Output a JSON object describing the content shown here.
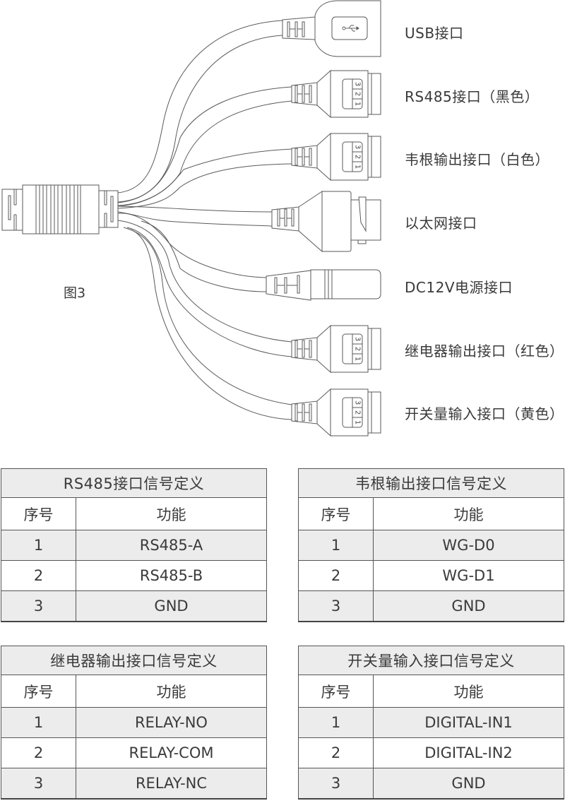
{
  "figure": {
    "label": "图3",
    "ports": [
      {
        "id": "usb",
        "label": "USB接口",
        "connector": "usb-a-female",
        "icon": "usb-icon"
      },
      {
        "id": "rs485",
        "label": "RS485接口（黑色）",
        "connector": "3-pin-terminal",
        "pins": [
          "3",
          "2",
          "1"
        ]
      },
      {
        "id": "wiegand",
        "label": "韦根输出接口（白色）",
        "connector": "3-pin-terminal",
        "pins": [
          "3",
          "2",
          "1"
        ]
      },
      {
        "id": "ethernet",
        "label": "以太网接口",
        "connector": "rj45-female"
      },
      {
        "id": "dc12v",
        "label": "DC12V电源接口",
        "connector": "dc-barrel-female"
      },
      {
        "id": "relay",
        "label": "继电器输出接口（红色）",
        "connector": "3-pin-terminal",
        "pins": [
          "3",
          "2",
          "1"
        ]
      },
      {
        "id": "digital-in",
        "label": "开关量输入接口（黄色）",
        "connector": "3-pin-terminal",
        "pins": [
          "3",
          "2",
          "1"
        ]
      }
    ]
  },
  "tables": [
    {
      "id": "rs485",
      "title": "RS485接口信号定义",
      "headers": [
        "序号",
        "功能"
      ],
      "rows": [
        [
          "1",
          "RS485-A"
        ],
        [
          "2",
          "RS485-B"
        ],
        [
          "3",
          "GND"
        ]
      ]
    },
    {
      "id": "wiegand",
      "title": "韦根输出接口信号定义",
      "headers": [
        "序号",
        "功能"
      ],
      "rows": [
        [
          "1",
          "WG-D0"
        ],
        [
          "2",
          "WG-D1"
        ],
        [
          "3",
          "GND"
        ]
      ]
    },
    {
      "id": "relay",
      "title": "继电器输出接口信号定义",
      "headers": [
        "序号",
        "功能"
      ],
      "rows": [
        [
          "1",
          "RELAY-NO"
        ],
        [
          "2",
          "RELAY-COM"
        ],
        [
          "3",
          "RELAY-NC"
        ]
      ]
    },
    {
      "id": "digital-in",
      "title": "开关量输入接口信号定义",
      "headers": [
        "序号",
        "功能"
      ],
      "rows": [
        [
          "1",
          "DIGITAL-IN1"
        ],
        [
          "2",
          "DIGITAL-IN2"
        ],
        [
          "3",
          "GND"
        ]
      ]
    }
  ],
  "colors": {
    "line": "#555555",
    "text": "#3a3a3a",
    "shaded_row": "#ececec"
  }
}
